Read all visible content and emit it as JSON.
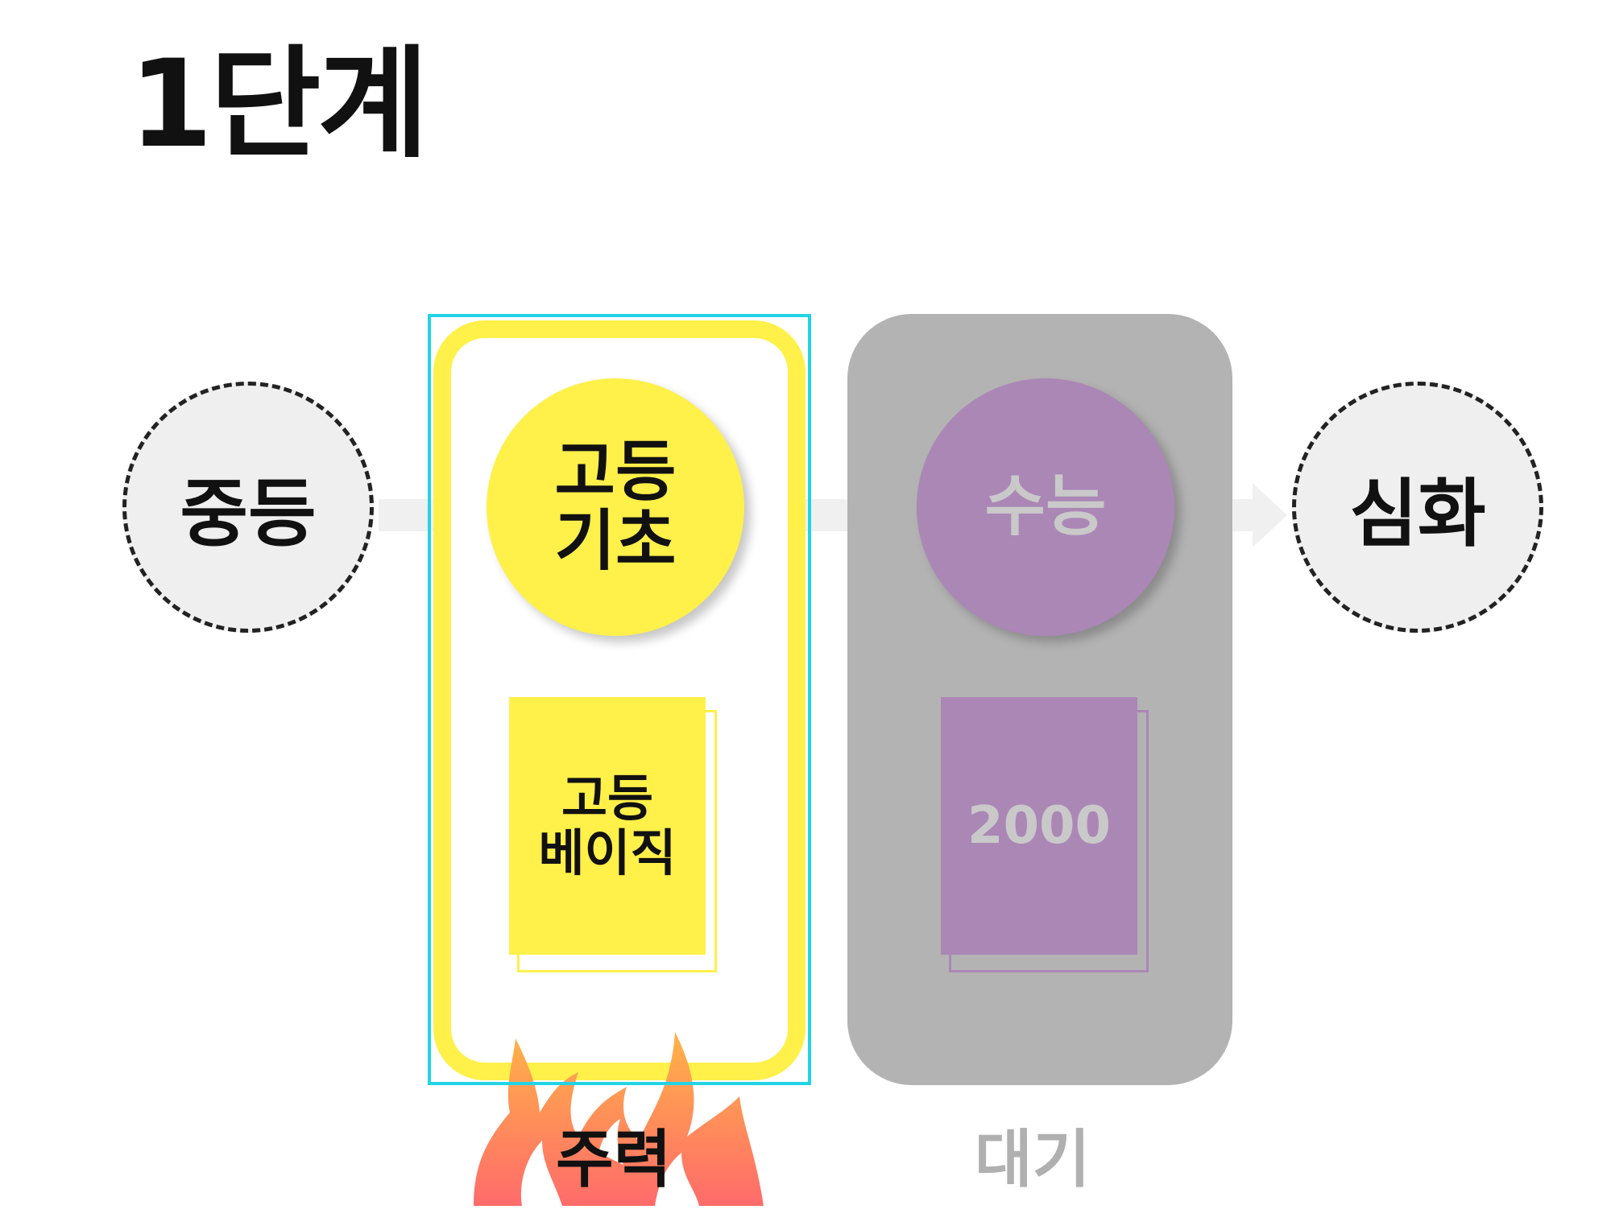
{
  "title": "1단계",
  "nodes": {
    "start": "중등",
    "end": "심화"
  },
  "active_stage": {
    "circle_line1": "고등",
    "circle_line2": "기초",
    "book_line1": "고등",
    "book_line2": "베이직",
    "status": "주력",
    "color": "#fff04a"
  },
  "waiting_stage": {
    "circle_text": "수능",
    "book_text": "2000",
    "status": "대기",
    "color": "#ab87b6",
    "panel_color": "#b3b3b3"
  },
  "colors": {
    "selection": "#22d3e6",
    "arrow": "#f0f0f0",
    "flame_top": "#ffb347",
    "flame_bottom": "#ff6b6b"
  },
  "icons": [
    "flame-icon",
    "book-icon",
    "arrow-right-icon"
  ]
}
